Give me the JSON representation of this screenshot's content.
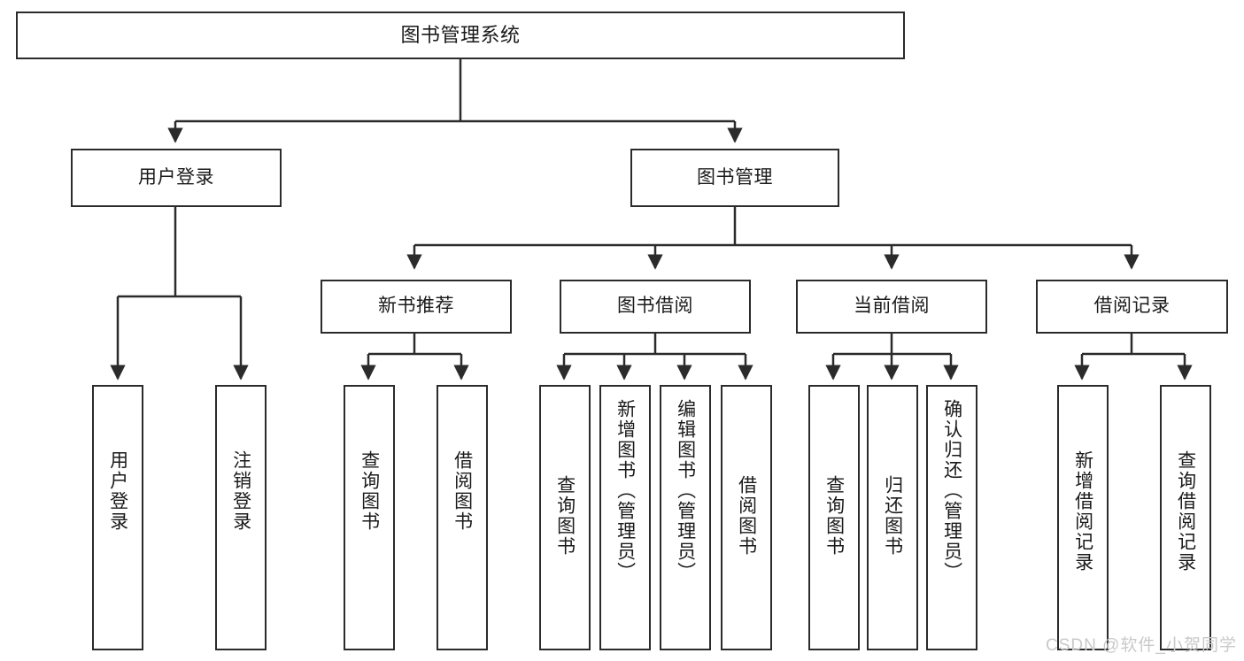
{
  "diagram": {
    "title": "图书管理系统",
    "type": "tree-hierarchy",
    "watermark": "CSDN @软件_小贺同学",
    "colors": {
      "stroke": "#2b2b2b",
      "fill": "#ffffff",
      "text": "#1a1a1a",
      "watermark": "#c9c9c9"
    },
    "levels": {
      "root": {
        "label": "图书管理系统"
      },
      "level2": [
        {
          "label": "用户登录"
        },
        {
          "label": "图书管理"
        }
      ],
      "level3": [
        {
          "label": "新书推荐"
        },
        {
          "label": "图书借阅"
        },
        {
          "label": "当前借阅"
        },
        {
          "label": "借阅记录"
        }
      ],
      "leaves": {
        "user_login": [
          {
            "label": "用户登录"
          },
          {
            "label": "注销登录"
          }
        ],
        "new_book_recommend": [
          {
            "label": "查询图书"
          },
          {
            "label": "借阅图书"
          }
        ],
        "book_borrow": [
          {
            "label": "查询图书"
          },
          {
            "label": "新增图书（管理员）"
          },
          {
            "label": "编辑图书（管理员）"
          },
          {
            "label": "借阅图书"
          }
        ],
        "current_borrow": [
          {
            "label": "查询图书"
          },
          {
            "label": "归还图书"
          },
          {
            "label": "确认归还（管理员）"
          }
        ],
        "borrow_record": [
          {
            "label": "新增借阅记录"
          },
          {
            "label": "查询借阅记录"
          }
        ]
      }
    }
  }
}
